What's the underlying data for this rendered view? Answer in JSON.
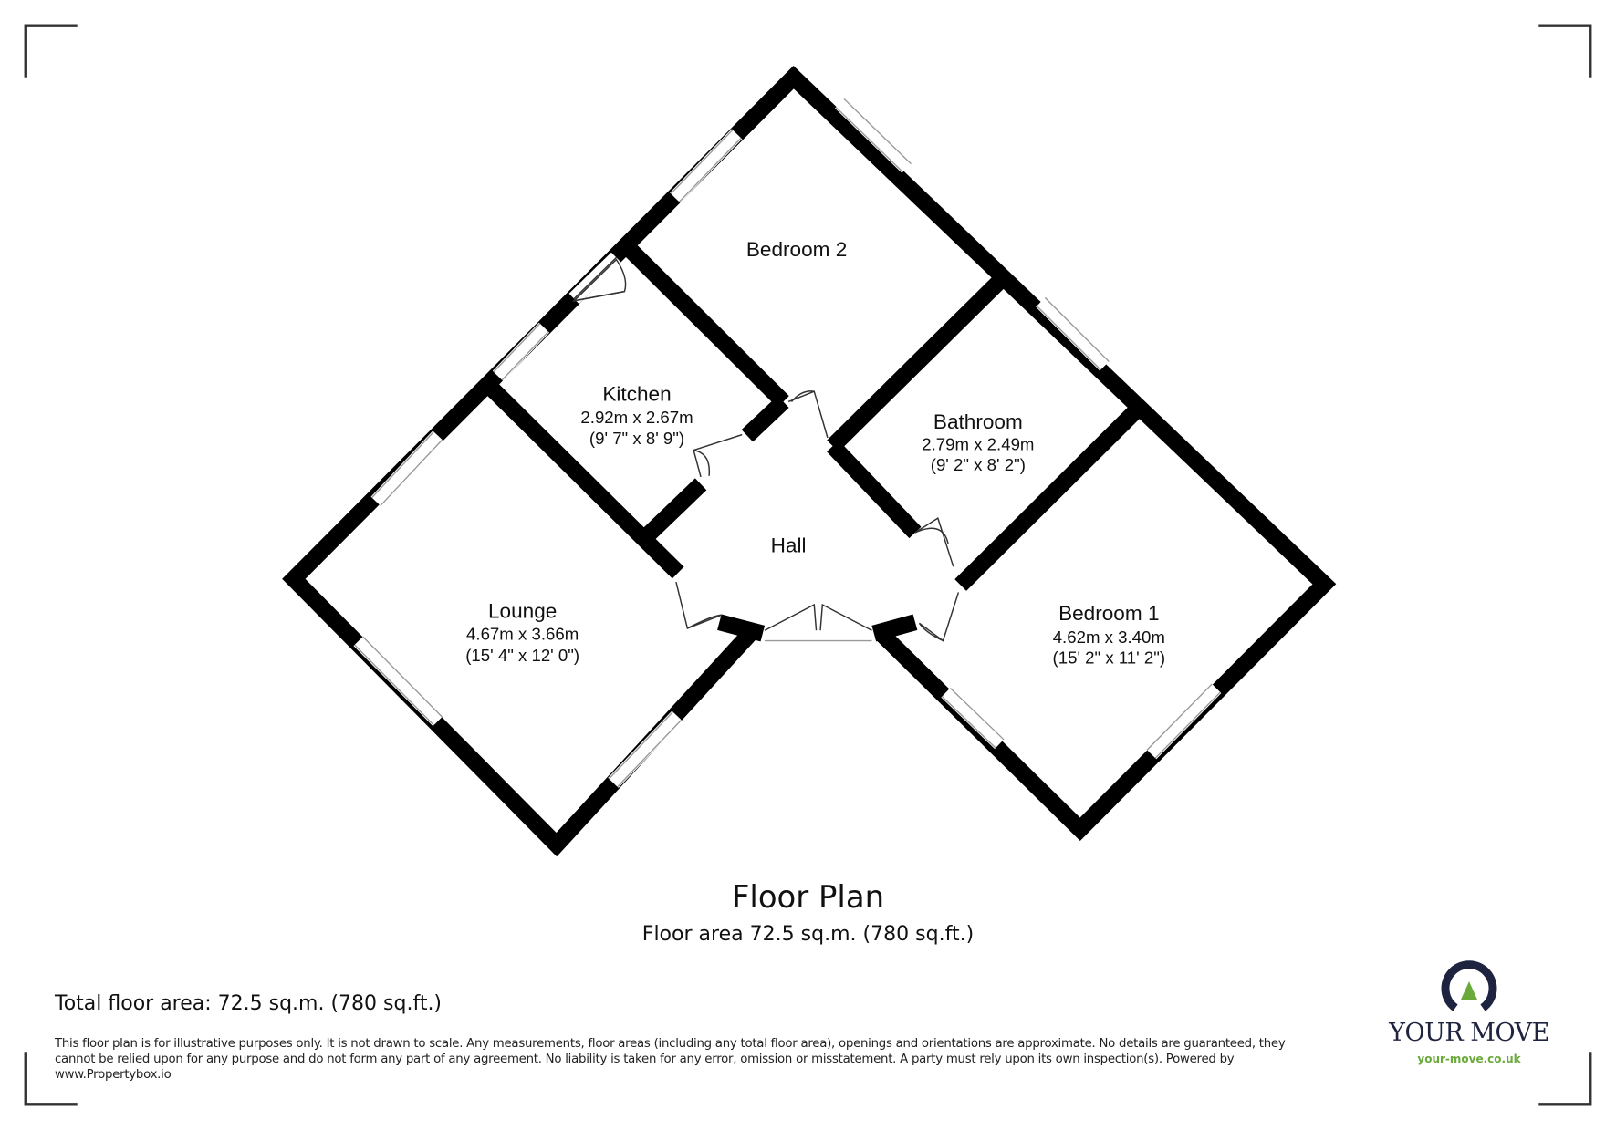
{
  "rooms": {
    "bedroom2": {
      "name": "Bedroom 2"
    },
    "kitchen": {
      "name": "Kitchen",
      "metric": "2.92m x 2.67m",
      "imperial": "(9' 7\" x 8' 9\")"
    },
    "bathroom": {
      "name": "Bathroom",
      "metric": "2.79m x 2.49m",
      "imperial": "(9' 2\" x 8' 2\")"
    },
    "hall": {
      "name": "Hall"
    },
    "lounge": {
      "name": "Lounge",
      "metric": "4.67m x 3.66m",
      "imperial": "(15' 4\" x 12' 0\")"
    },
    "bedroom1": {
      "name": "Bedroom 1",
      "metric": "4.62m x 3.40m",
      "imperial": "(15' 2\" x 11' 2\")"
    }
  },
  "plan": {
    "title": "Floor Plan",
    "floor_area": "Floor area 72.5 sq.m. (780 sq.ft.)"
  },
  "footer": {
    "total": "Total floor area: 72.5 sq.m. (780 sq.ft.)",
    "disclaimer": "This floor plan is for illustrative purposes only. It is not drawn to scale. Any measurements, floor areas (including any total floor area), openings and orientations are approximate. No details are guaranteed, they cannot be relied upon for any purpose and do not form any part of any agreement. No liability is taken for any error, omission or misstatement. A party must rely upon its own inspection(s). Powered by www.Propertybox.io"
  },
  "logo": {
    "name": "YOUR MOVE",
    "url": "your-move.co.uk",
    "navy": "#1e2340",
    "green": "#6aaa3a"
  }
}
